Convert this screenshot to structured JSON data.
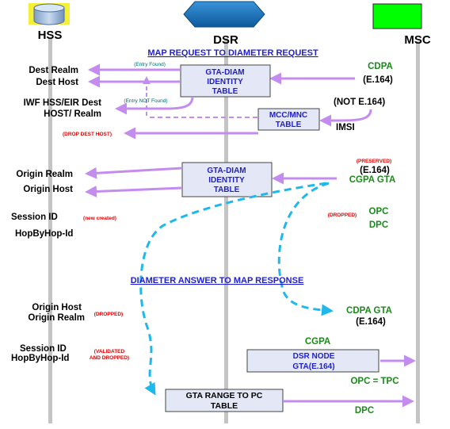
{
  "nodes": {
    "hss": "HSS",
    "dsr": "DSR",
    "msc": "MSC"
  },
  "sections": {
    "request_title": "MAP REQUEST TO DIAMETER REQUEST",
    "answer_title": "DIAMETER ANSWER TO MAP RESPONSE"
  },
  "boxes": {
    "gta_diam_1": [
      "GTA-DIAM",
      "IDENTITY",
      "TABLE"
    ],
    "mcc_mnc": [
      "MCC/MNC",
      "TABLE"
    ],
    "gta_diam_2": [
      "GTA-DIAM",
      "IDENTITY",
      "TABLE"
    ],
    "dsr_node": [
      "DSR NODE",
      "GTA(E.164)"
    ],
    "gta_range": [
      "GTA RANGE TO PC",
      "TABLE"
    ]
  },
  "labels": {
    "dest_realm": "Dest Realm",
    "dest_host": "Dest Host",
    "iwf_line1": "IWF HSS/EIR Dest",
    "iwf_line2": "HOST/ Realm",
    "entry_found": "(Entry Found)",
    "entry_not_found": "(Entry NOT Found)",
    "drop_dest_host": "(DROP DEST HOST)",
    "cdpa": "CDPA",
    "e164_a": "(E.164)",
    "not_e164": "(NOT E.164)",
    "imsi": "IMSI",
    "origin_realm": "Origin Realm",
    "origin_host": "Origin Host",
    "preserved": "(PRESERVED)",
    "e164_b": "(E.164)",
    "cgpa_gta": "CGPA GTA",
    "session_id": "Session ID",
    "hopbyhop": "HopByHop-Id",
    "new_created": "(new created)",
    "dropped_1": "(DROPPED)",
    "opc": "OPC",
    "dpc": "DPC",
    "ans_origin_host": "Origin Host",
    "ans_origin_realm": "Origin Realm",
    "dropped_2": "(DROPPED)",
    "cdpa_gta": "CDPA GTA",
    "e164_c": "(E.164)",
    "ans_session_id": "Session ID",
    "ans_hopbyhop": "HopByHop-Id",
    "validated_1": "(VALIDATED",
    "validated_2": "AND DROPPED)",
    "cgpa": "CGPA",
    "opc_tpc": "OPC = TPC",
    "dpc_2": "DPC"
  },
  "colors": {
    "arrow": "#c58cf0",
    "dashed_blue": "#1fb8ec",
    "box_fill": "#e4e8f6",
    "msc_green": "#00ff00",
    "dsr_blue": "#1570b8",
    "hss_blue": "#9bb9d9",
    "lifeline": "#c4c4c4"
  },
  "icons": {
    "hss": "database-cylinder-icon",
    "dsr": "hexagon-icon",
    "msc": "green-rectangle-icon"
  }
}
